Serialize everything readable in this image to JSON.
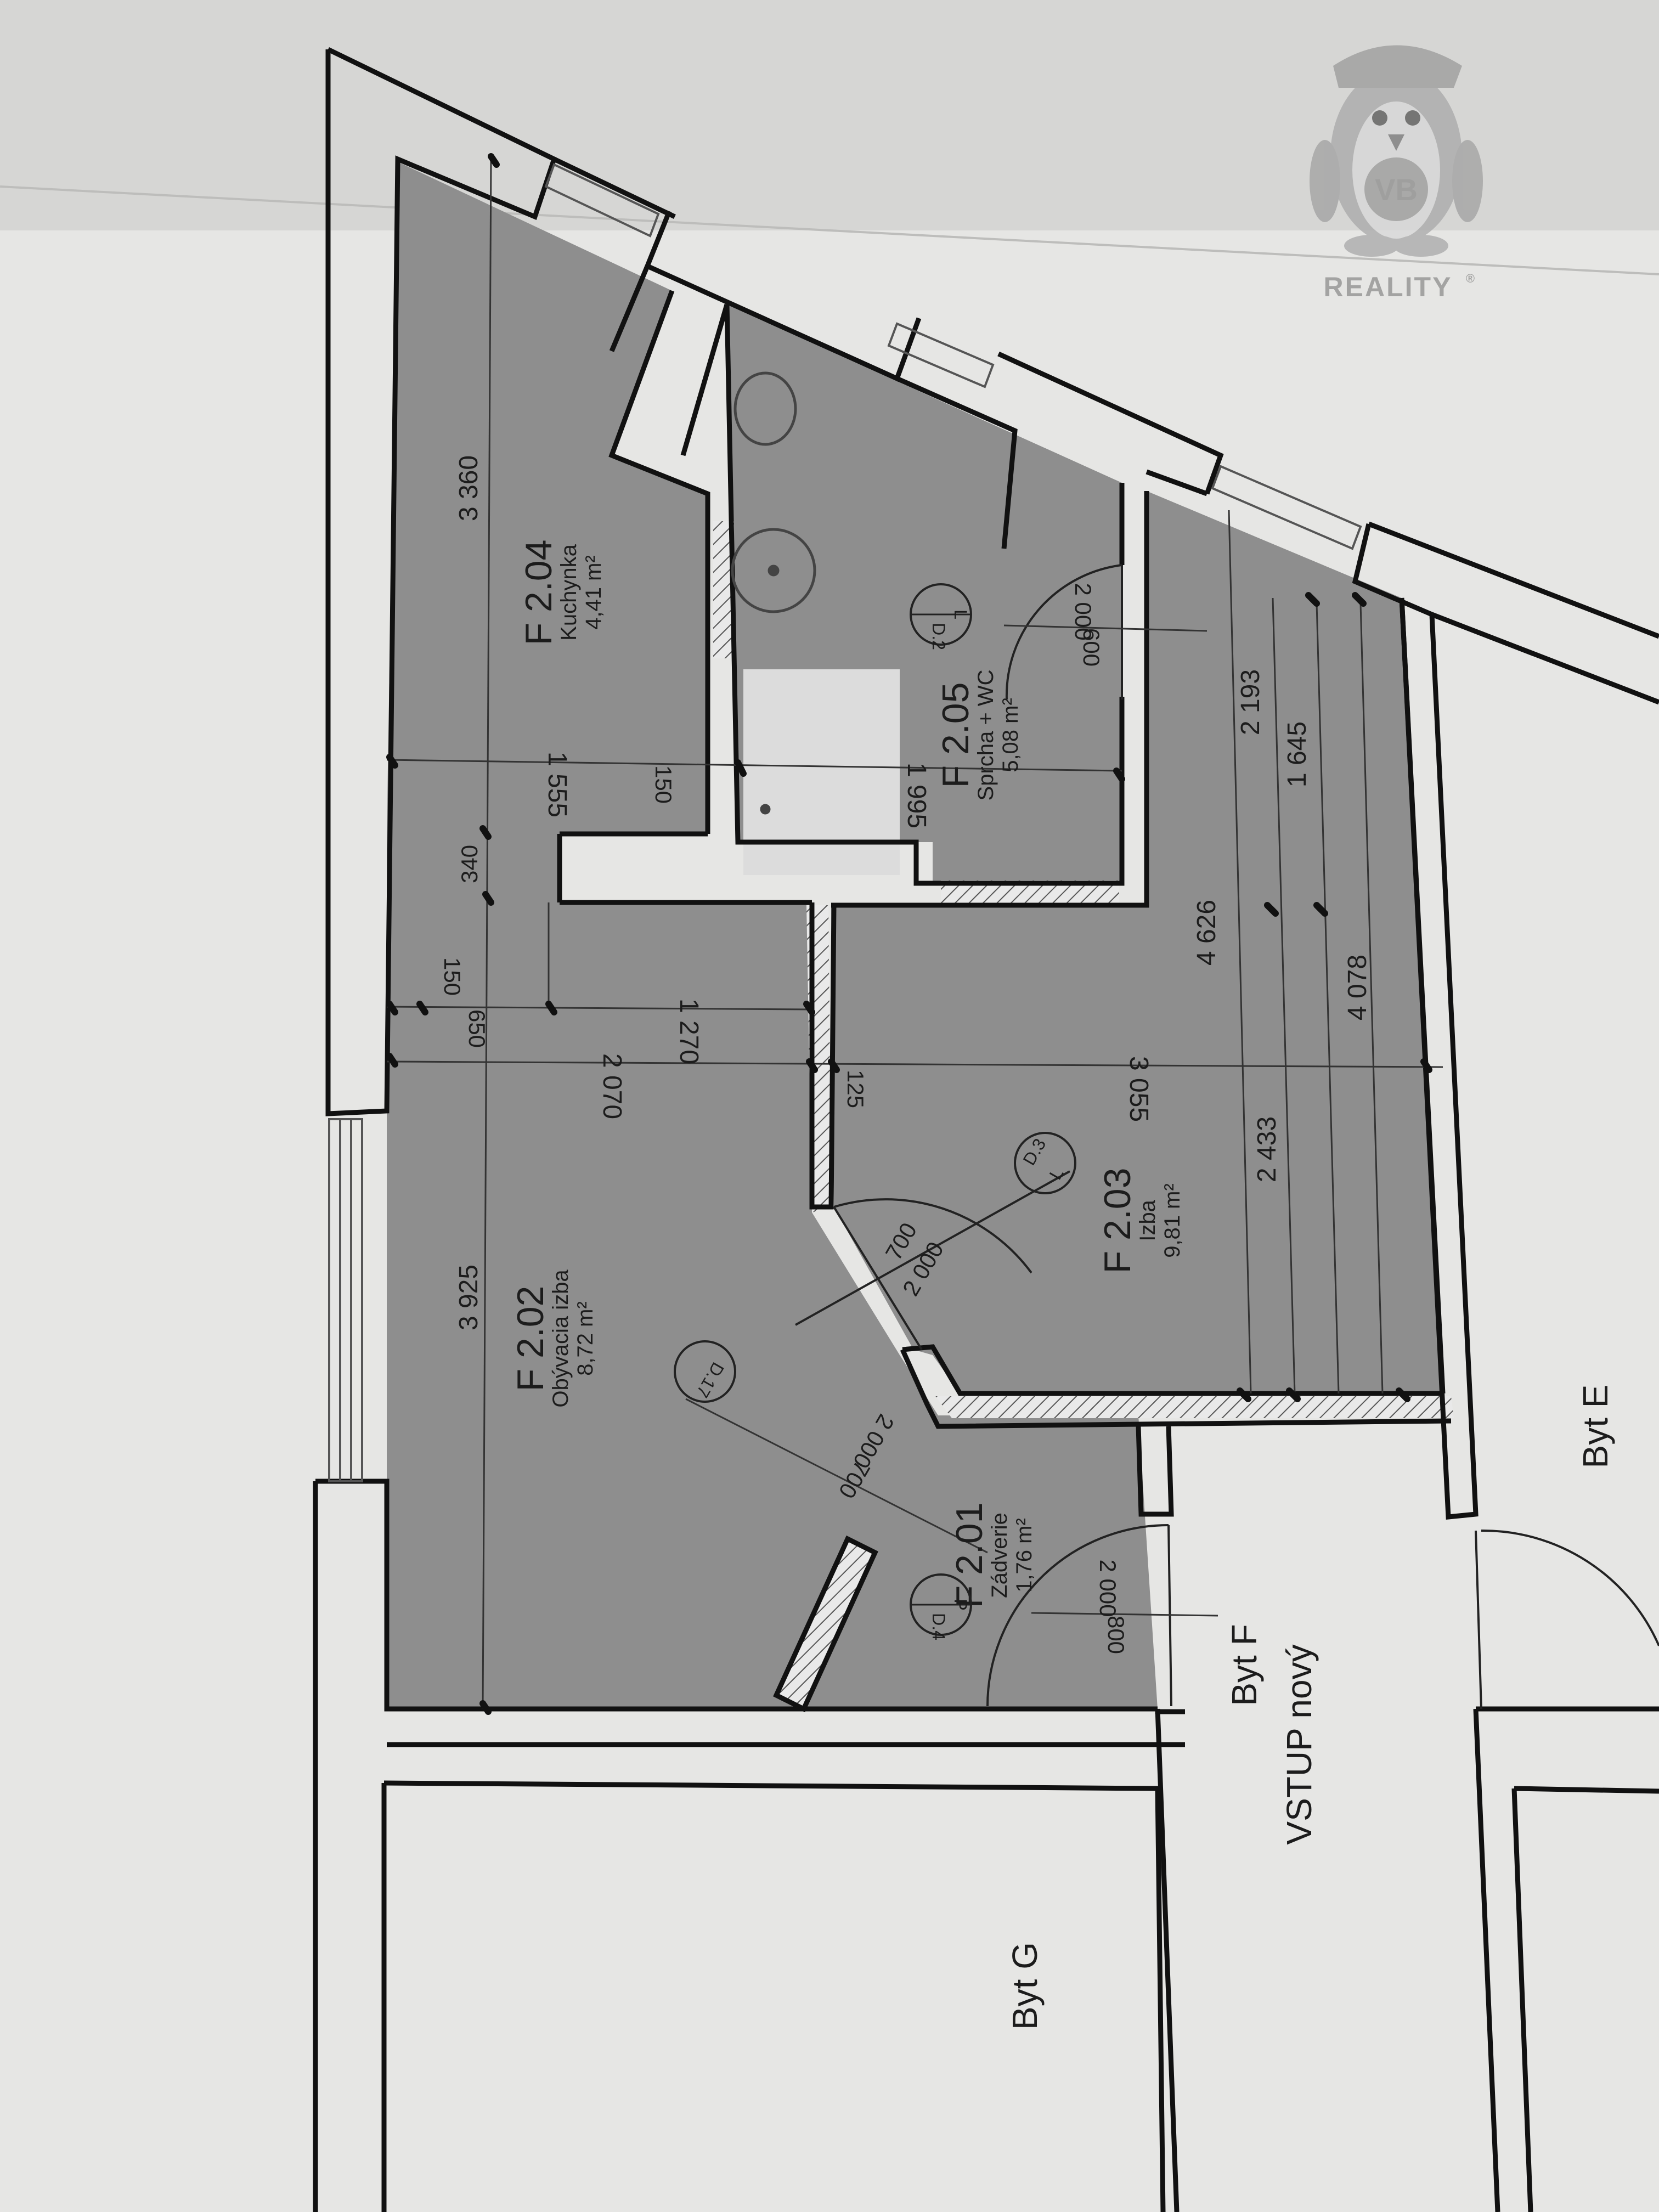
{
  "logo": {
    "initials": "VB",
    "name": "REALITY",
    "mark": "®",
    "icon": "penguin-police-icon"
  },
  "rooms": [
    {
      "code": "F 2.04",
      "name": "Kuchynka",
      "area": "4,41 m²"
    },
    {
      "code": "F 2.05",
      "name": "Sprcha + WC",
      "area": "5,08 m²"
    },
    {
      "code": "F 2.03",
      "name": "Izba",
      "area": "9,81 m²"
    },
    {
      "code": "F 2.02",
      "name": "Obývacia izba",
      "area": "8,72 m²"
    },
    {
      "code": "F 2.01",
      "name": "Zádverie",
      "area": "1,76 m²"
    }
  ],
  "apartments": {
    "e": "Byt E",
    "f": "Byt F",
    "g": "Byt G",
    "entrance": "VSTUP nový"
  },
  "doors": [
    {
      "tag": "D.2",
      "side": "L",
      "height": "2 000",
      "width": "600"
    },
    {
      "tag": "D.3",
      "side": "L",
      "height": "2 000",
      "width": "700"
    },
    {
      "tag": "D.17",
      "side": "",
      "height": "2 000",
      "width": "700"
    },
    {
      "tag": "D.4",
      "side": "P",
      "height": "2 000",
      "width": "800"
    }
  ],
  "dimensions": {
    "kitchen_length": "3 360",
    "kitchen_width": "1 555",
    "kitchen_wall": "150",
    "bath_width": "1 995",
    "gap_340": "340",
    "left_150": "150",
    "left_650": "650",
    "mid_1270": "1 270",
    "living_width": "2 070",
    "wall_125": "125",
    "room_width": "3 055",
    "room_4626": "4 626",
    "room_2193": "2 193",
    "room_1645": "1 645",
    "room_4078": "4 078",
    "room_2433": "2 433",
    "living_length": "3 925"
  }
}
